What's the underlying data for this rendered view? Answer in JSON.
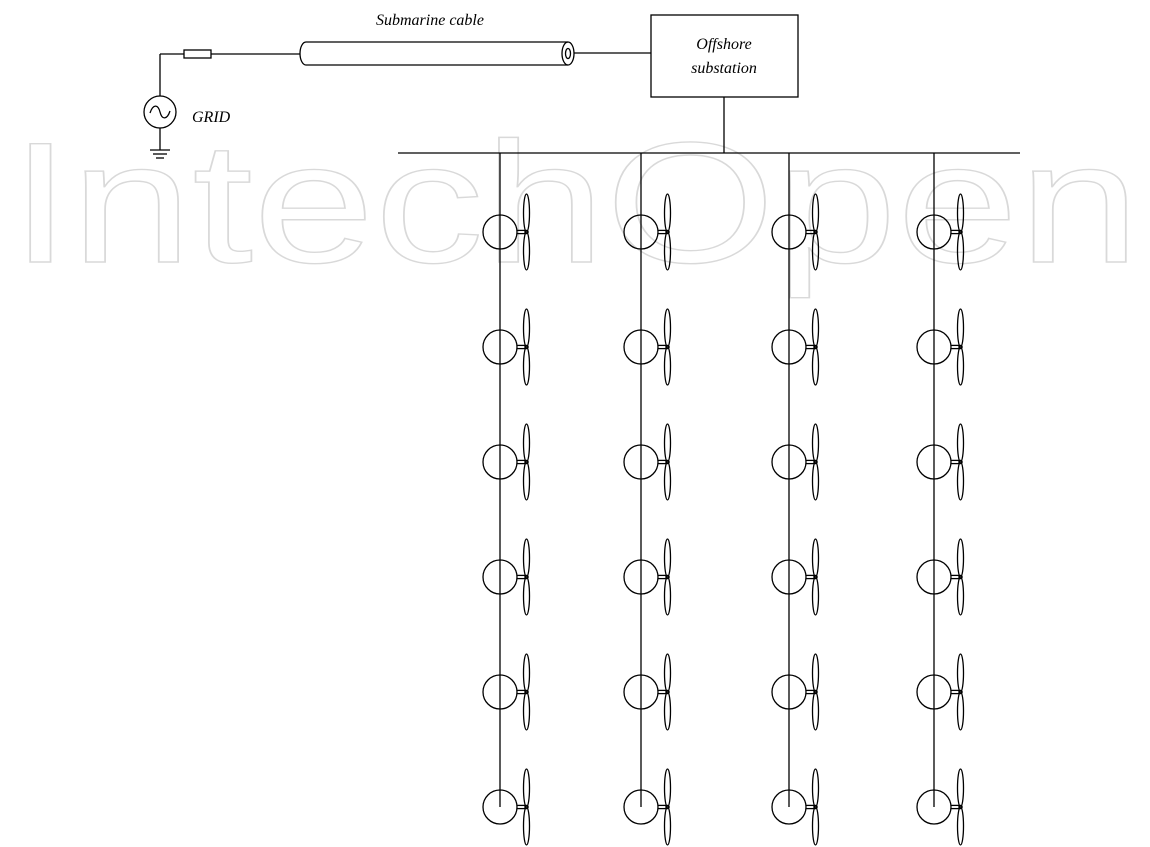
{
  "watermark": {
    "text": "IntechOpen"
  },
  "labels": {
    "cable": "Submarine cable",
    "substation_line1": "Offshore",
    "substation_line2": "substation",
    "grid": "GRID"
  },
  "farm": {
    "feeders": 4,
    "turbines_per_feeder": 6
  },
  "icons": [
    "ac-source-icon",
    "ground-icon",
    "resistor-icon",
    "cable-icon",
    "wind-turbine-icon"
  ],
  "colors": {
    "line": "#000000",
    "background": "#ffffff",
    "watermark": "#d9d9d9"
  }
}
